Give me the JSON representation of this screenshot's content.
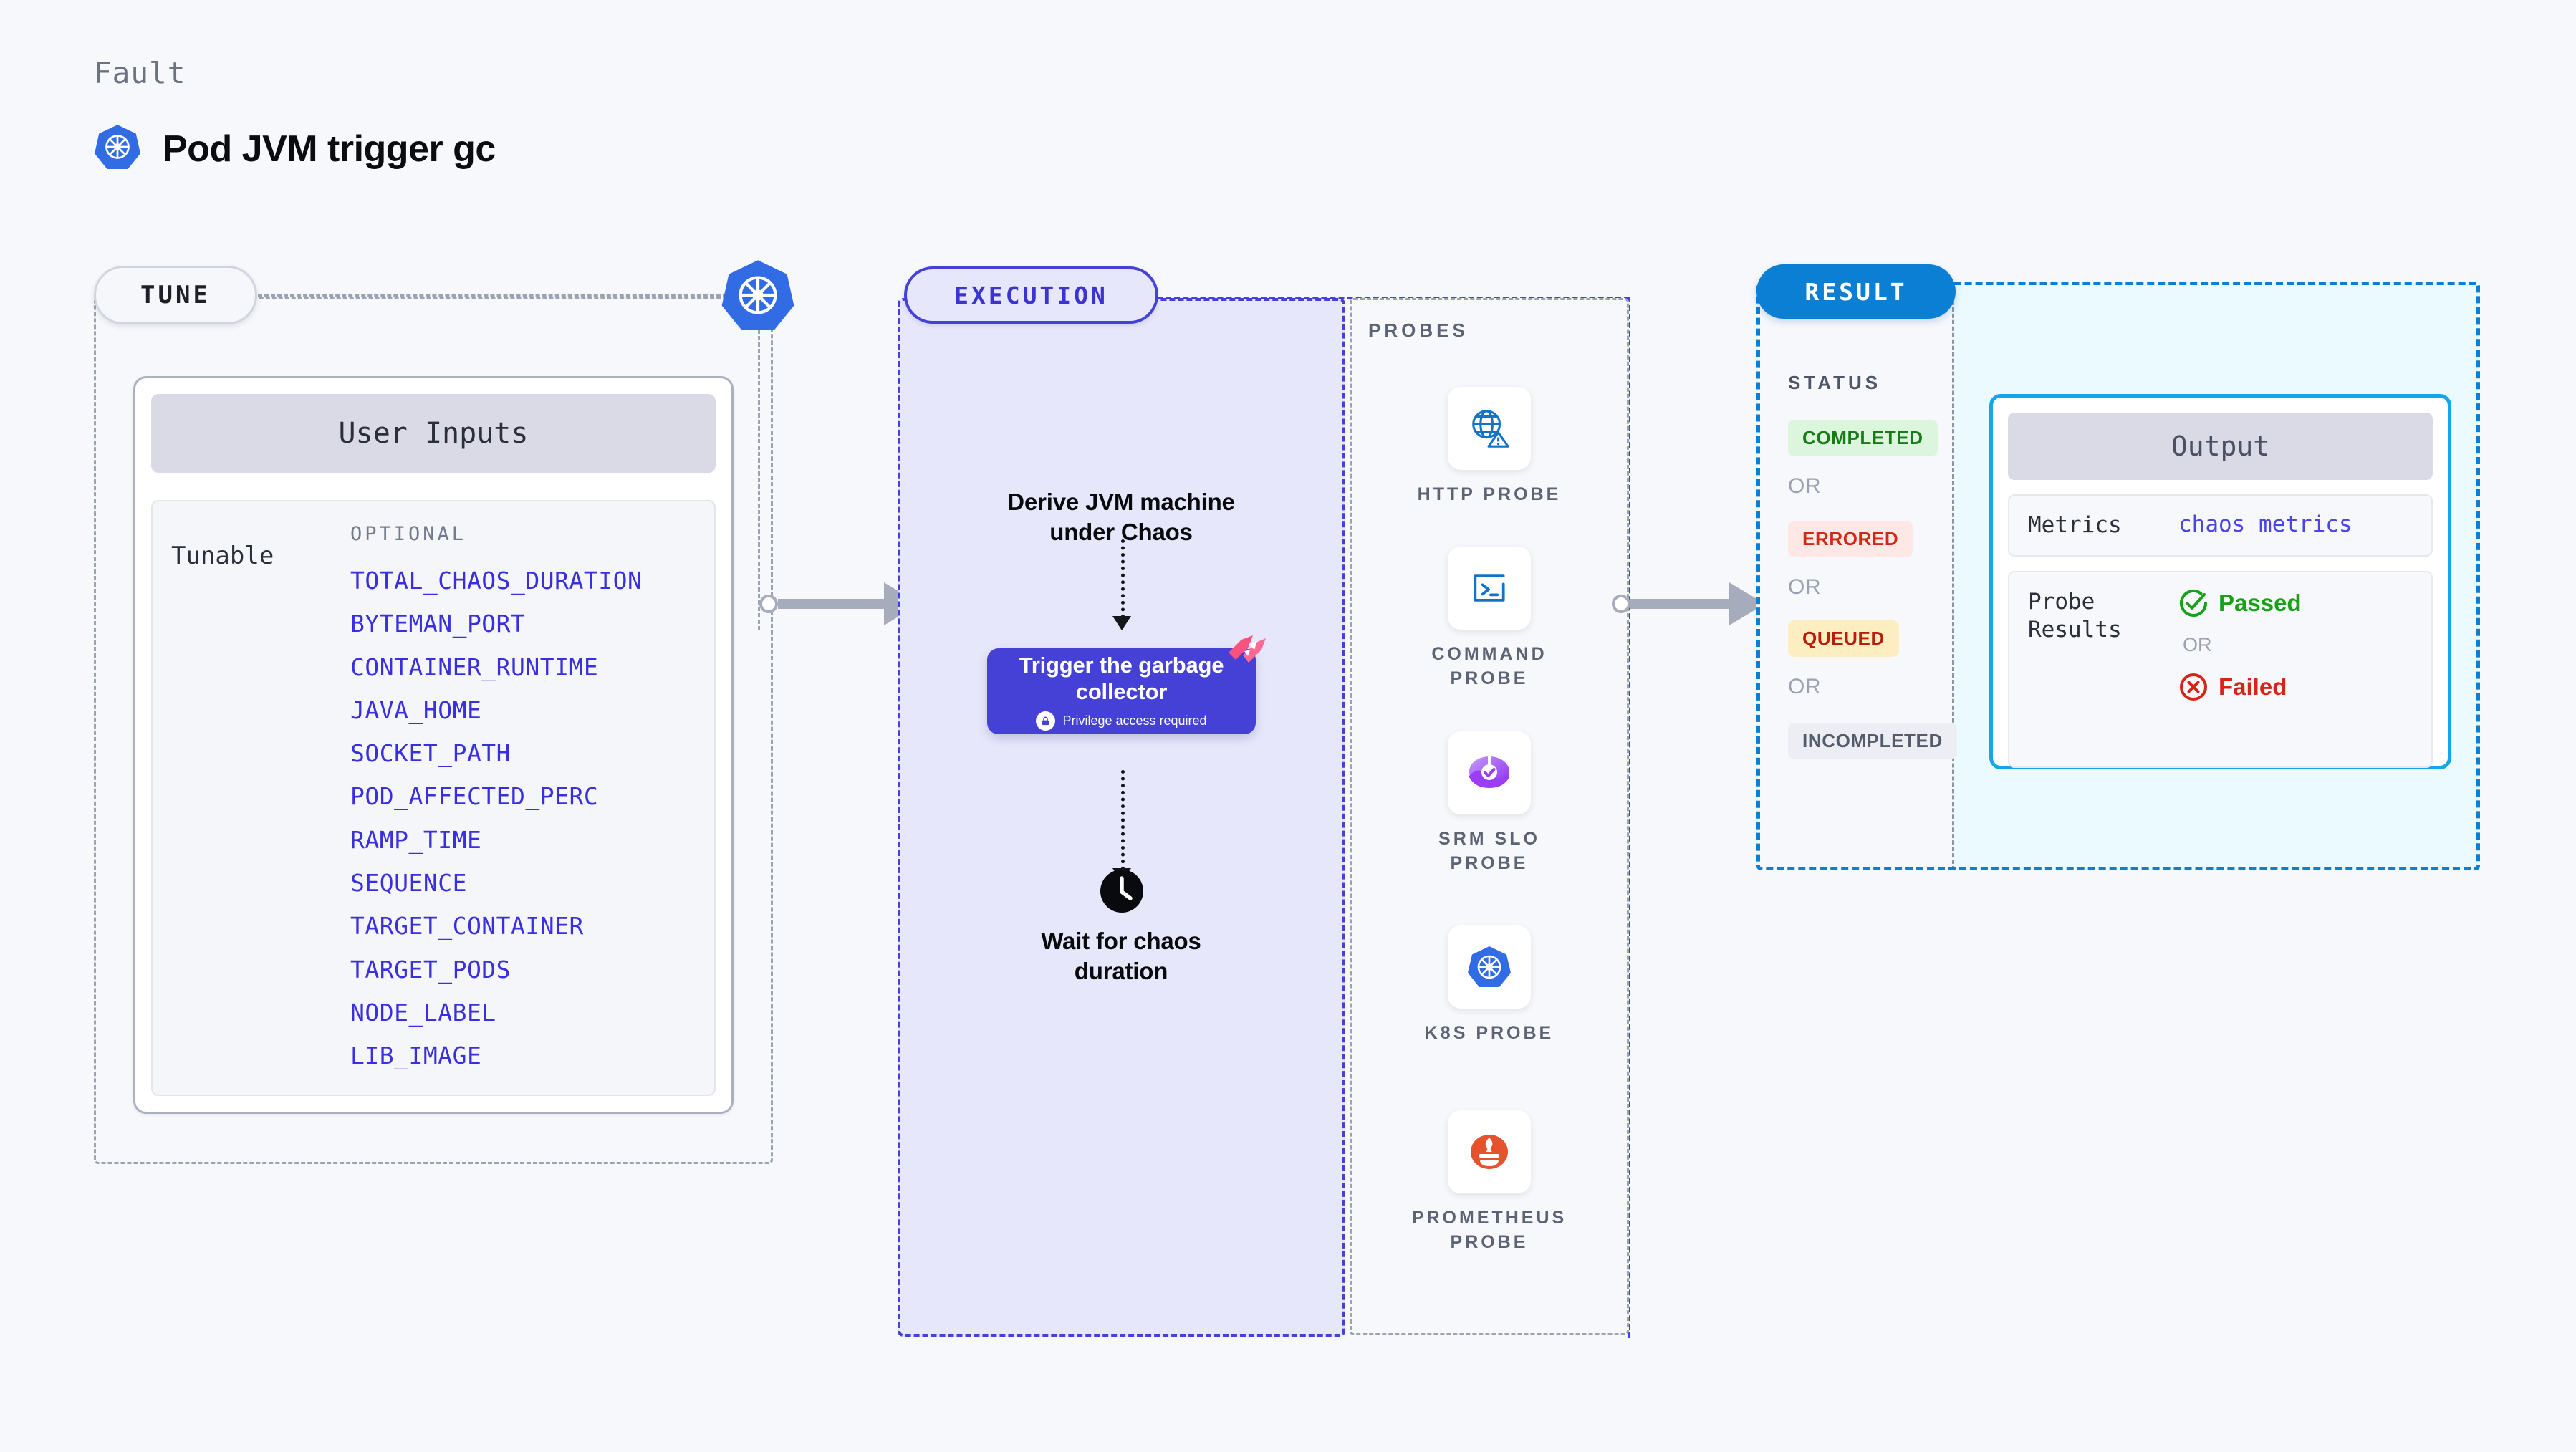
{
  "header": {
    "eyebrow": "Fault",
    "title": "Pod JVM trigger gc",
    "icon": "kubernetes-icon"
  },
  "tune": {
    "pill_label": "TUNE",
    "node_icon": "kubernetes-icon",
    "card": {
      "title": "User Inputs",
      "group_label": "Tunable",
      "optional_label": "OPTIONAL",
      "tunables": [
        "TOTAL_CHAOS_DURATION",
        "BYTEMAN_PORT",
        "CONTAINER_RUNTIME",
        "JAVA_HOME",
        "SOCKET_PATH",
        "POD_AFFECTED_PERC",
        "RAMP_TIME",
        "SEQUENCE",
        "TARGET_CONTAINER",
        "TARGET_PODS",
        "NODE_LABEL",
        "LIB_IMAGE"
      ]
    }
  },
  "execution": {
    "pill_label": "EXECUTION",
    "step_derive": "Derive JVM machine\nunder Chaos",
    "gc_node": {
      "title": "Trigger the garbage\ncollector",
      "privilege_note": "Privilege access required",
      "badge_icon": "litmus-flag-icon",
      "lock_icon": "lock-icon"
    },
    "step_wait": "Wait for chaos\nduration",
    "wait_icon": "clock-icon"
  },
  "probes": {
    "section_label": "PROBES",
    "items": [
      {
        "name": "HTTP PROBE",
        "icon": "globe-warning-icon"
      },
      {
        "name": "COMMAND\nPROBE",
        "icon": "terminal-icon"
      },
      {
        "name": "SRM SLO\nPROBE",
        "icon": "srm-slo-icon"
      },
      {
        "name": "K8S PROBE",
        "icon": "kubernetes-icon"
      },
      {
        "name": "PROMETHEUS\nPROBE",
        "icon": "prometheus-icon"
      }
    ]
  },
  "result": {
    "pill_label": "RESULT",
    "status_label": "STATUS",
    "or_label": "OR",
    "statuses": [
      {
        "label": "COMPLETED",
        "bg": "#dcf5dd",
        "fg": "#1a7a1a"
      },
      {
        "label": "ERRORED",
        "bg": "#fde8e5",
        "fg": "#cf2a16"
      },
      {
        "label": "QUEUED",
        "bg": "#fdeec2",
        "fg": "#bc1c0c"
      },
      {
        "label": "INCOMPLETED",
        "bg": "#eceef3",
        "fg": "#545b6a"
      }
    ],
    "output": {
      "title": "Output",
      "metrics_key": "Metrics",
      "metrics_value": "chaos metrics",
      "probe_results_key": "Probe\nResults",
      "passed_label": "Passed",
      "failed_label": "Failed",
      "or_label": "OR",
      "passed_icon": "check-circle-icon",
      "failed_icon": "x-circle-icon"
    }
  },
  "colors": {
    "accent_indigo": "#4540d6",
    "accent_blue": "#0b7fd4",
    "accent_cyan": "#13a6e8",
    "tunable_text": "#3a2fe0",
    "litmus_pink": "#f8537f"
  }
}
